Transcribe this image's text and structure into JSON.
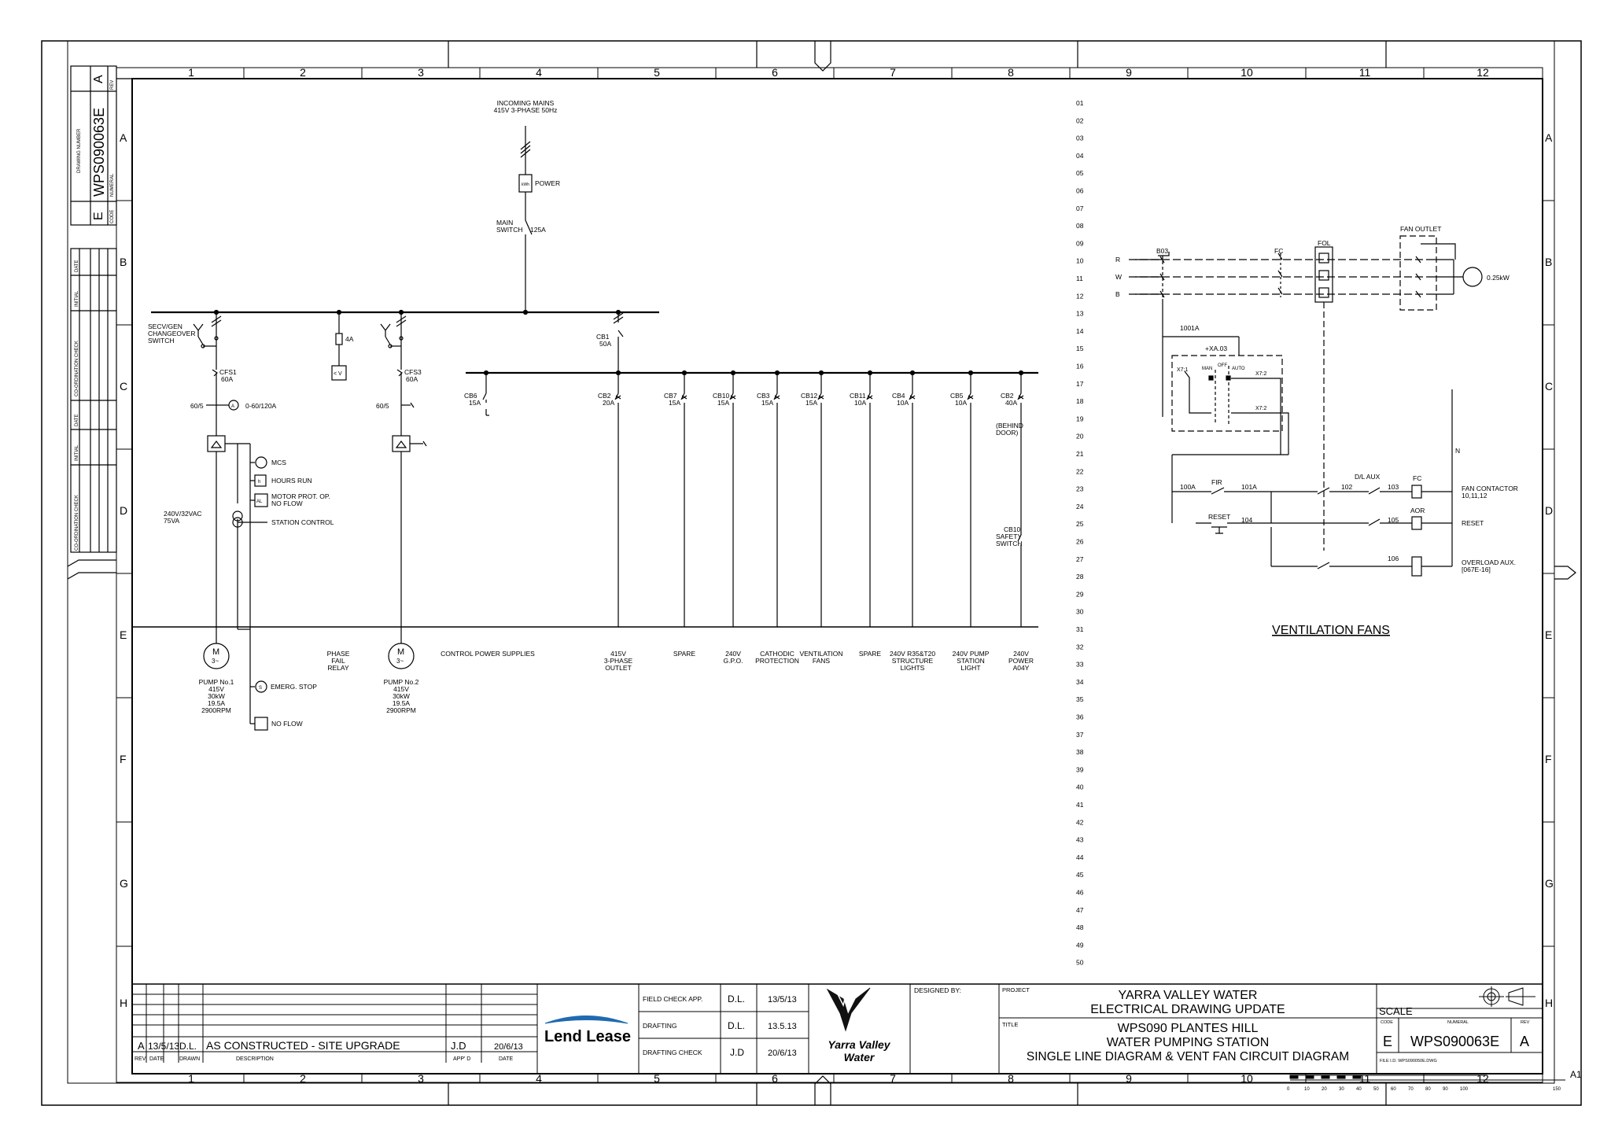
{
  "frame": {
    "columns": [
      "1",
      "2",
      "3",
      "4",
      "5",
      "6",
      "7",
      "8",
      "9",
      "10",
      "11",
      "12"
    ],
    "rows": [
      "A",
      "B",
      "C",
      "D",
      "E",
      "F",
      "G",
      "H"
    ],
    "corner_ref": "A1"
  },
  "side_panel": {
    "rev_header": "REV",
    "rev_value": "A",
    "numeral_header": "NUMERAL",
    "drawing_number_header": "DRAWING NUMBER",
    "numeral_value": "WPS090063E",
    "code_header": "CODE",
    "code_value": "E",
    "cells": [
      "DATE",
      "INITIAL",
      "CO-ORDINATION CHECK",
      "DATE",
      "INITIAL",
      "CO-ORDINATION CHECK"
    ]
  },
  "sld": {
    "incoming_line1": "INCOMING MAINS",
    "incoming_line2": "415V 3-PHASE 50Hz",
    "kwh": "kWh",
    "power": "POWER",
    "main_switch_1": "MAIN",
    "main_switch_2": "SWITCH",
    "main_switch_rating": "125A",
    "changeover_1": "SECV/GEN",
    "changeover_2": "CHANGEOVER",
    "changeover_3": "SWITCH",
    "fuse_4a": "4A",
    "volt_box": "< V",
    "cb1": "CB1",
    "cb1_rating": "50A",
    "cfs1": "CFS1",
    "cfs1_rating": "60A",
    "cfs3": "CFS3",
    "cfs3_rating": "60A",
    "ct1": "60/5",
    "ct3": "60/5",
    "ammeter": "A",
    "ammeter_range": "0-60/120A",
    "mcs": "MCS",
    "hours_run": "HOURS RUN",
    "h": "h",
    "al": "AL",
    "motor_prot_1": "MOTOR PROT. OP.",
    "motor_prot_2": "NO FLOW",
    "station_control": "STATION CONTROL",
    "transformer_1": "240V/32VAC",
    "transformer_2": "75VA",
    "motor_m": "M",
    "motor_3": "3~",
    "pump1": [
      "PUMP No.1",
      "415V",
      "30kW",
      "19.5A",
      "2900RPM"
    ],
    "pump2": [
      "PUMP No.2",
      "415V",
      "30kW",
      "19.5A",
      "2900RPM"
    ],
    "phase_fail": [
      "PHASE",
      "FAIL",
      "RELAY"
    ],
    "emerg_stop": "EMERG. STOP",
    "s": "S",
    "no_flow": "NO FLOW",
    "breakers": [
      {
        "id": "CB6",
        "rating": "15A",
        "load": [
          "CONTROL POWER SUPPLIES"
        ]
      },
      {
        "id": "CB2",
        "rating": "20A",
        "load": [
          "415V",
          "3-PHASE",
          "OUTLET"
        ]
      },
      {
        "id": "CB7",
        "rating": "15A",
        "load": [
          "SPARE"
        ]
      },
      {
        "id": "CB10",
        "rating": "15A",
        "load": [
          "240V",
          "G.P.O."
        ]
      },
      {
        "id": "CB3",
        "rating": "15A",
        "load": [
          "CATHODIC",
          "PROTECTION"
        ]
      },
      {
        "id": "CB12",
        "rating": "15A",
        "load": [
          "VENTILATION",
          "FANS"
        ]
      },
      {
        "id": "CB11",
        "rating": "10A",
        "load": [
          "SPARE"
        ]
      },
      {
        "id": "CB4",
        "rating": "10A",
        "load": [
          "240V R35&T20",
          "STRUCTURE",
          "LIGHTS"
        ]
      },
      {
        "id": "CB5",
        "rating": "10A",
        "load": [
          "240V PUMP",
          "STATION",
          "LIGHT"
        ]
      },
      {
        "id": "CB2",
        "rating": "40A",
        "load": [
          "240V",
          "POWER",
          "A04Y"
        ]
      }
    ],
    "behind_door_1": "(BEHIND",
    "behind_door_2": "DOOR)",
    "cb10_safety": [
      "CB10",
      "SAFETY",
      "SWITCH"
    ]
  },
  "line_numbers": [
    "01",
    "02",
    "03",
    "04",
    "05",
    "06",
    "07",
    "08",
    "09",
    "10",
    "11",
    "12",
    "13",
    "14",
    "15",
    "16",
    "17",
    "18",
    "19",
    "20",
    "21",
    "22",
    "23",
    "24",
    "25",
    "26",
    "27",
    "28",
    "29",
    "30",
    "31",
    "32",
    "33",
    "34",
    "35",
    "36",
    "37",
    "38",
    "39",
    "40",
    "41",
    "42",
    "43",
    "44",
    "45",
    "46",
    "47",
    "48",
    "49",
    "50"
  ],
  "vent": {
    "r": "R",
    "w": "W",
    "b": "B",
    "b03": "B03",
    "fc": "FC",
    "fol": "FOL",
    "fan_outlet": "FAN OUTLET",
    "fan_power": "0.25kW",
    "wire_1001a": "1001A",
    "xa03": "+XA.03",
    "x71": "X7:1",
    "man": "MAN",
    "off": "OFF",
    "auto": "AUTO",
    "x72a": "X7:2",
    "x72b": "X7:2",
    "n": "N",
    "w100a": "100A",
    "fir": "FIR",
    "w101a": "101A",
    "w102": "102",
    "dl_aux": "D/L AUX",
    "w103": "103",
    "fc_coil": "FC",
    "fan_contactor_1": "FAN CONTACTOR",
    "fan_contactor_2": "10,11,12",
    "reset_pb": "RESET",
    "w104": "104",
    "w105": "105",
    "aor": "AOR",
    "reset": "RESET",
    "w106": "106",
    "overload_1": "OVERLOAD AUX.",
    "overload_2": "[067E-16]",
    "title": "VENTILATION FANS"
  },
  "title_block": {
    "rev_row": {
      "rev": "A",
      "date": "13/5/13",
      "drawn": "D.L.",
      "description": "AS CONSTRUCTED - SITE UPGRADE",
      "appd": "J.D",
      "date2": "20/6/13"
    },
    "headers": {
      "rev": "REV",
      "date": "DATE",
      "drawn": "DRAWN",
      "description": "DESCRIPTION",
      "appd": "APP' D",
      "date2": "DATE"
    },
    "checks": [
      {
        "label": "FIELD CHECK APP.",
        "initial": "D.L.",
        "date": "13/5/13"
      },
      {
        "label": "DRAFTING",
        "initial": "D.L.",
        "date": "13.5.13"
      },
      {
        "label": "DRAFTING CHECK",
        "initial": "J.D",
        "date": "20/6/13"
      }
    ],
    "lend_lease": "Lend Lease",
    "yvw_1": "Yarra Valley",
    "yvw_2": "Water",
    "designed_by": "DESIGNED BY:",
    "project_label": "PROJECT",
    "project_1": "YARRA VALLEY WATER",
    "project_2": "ELECTRICAL DRAWING UPDATE",
    "title_label": "TITLE",
    "title_1": "WPS090 PLANTES HILL",
    "title_2": "WATER PUMPING STATION",
    "title_3": "SINGLE LINE DIAGRAM & VENT FAN CIRCUIT DIAGRAM",
    "scale": "SCALE",
    "code_h": "CODE",
    "numeral_h": "NUMERAL",
    "rev_h": "REV",
    "code": "E",
    "numeral": "WPS090063E",
    "rev": "A",
    "file_id": "FILE I.D. WPS090050E.DWG",
    "scale_ticks": [
      "0",
      "10",
      "20",
      "30",
      "40",
      "50",
      "60",
      "70",
      "80",
      "90",
      "100"
    ],
    "scale_end": "150"
  }
}
